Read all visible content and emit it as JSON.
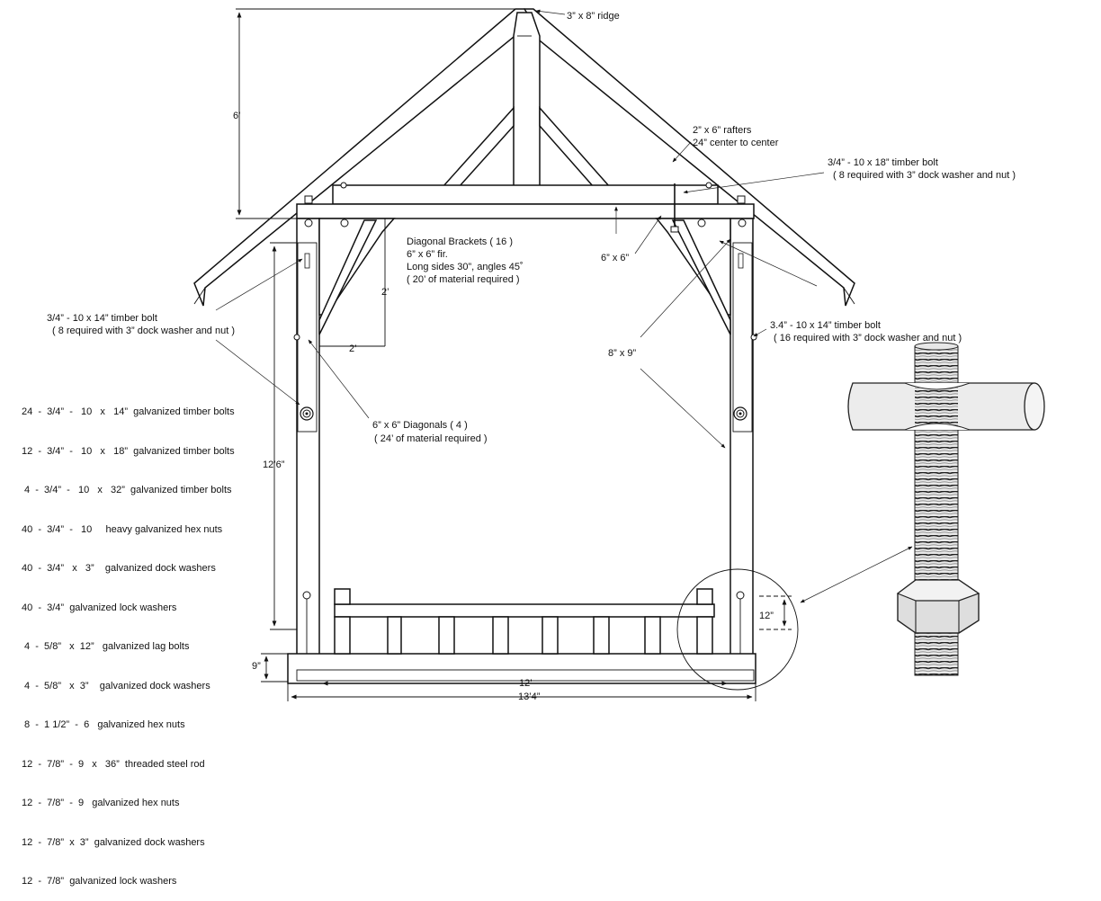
{
  "dims": {
    "height_6": "6’",
    "height_12_6": "12’6”",
    "height_9": "9”",
    "width_12": "12’",
    "width_13_4": "13’4”",
    "height_12in": "12”",
    "bracket_2a": "2’",
    "bracket_2b": "2’"
  },
  "labels": {
    "ridge": "3” x 8” ridge",
    "rafters_1": "2” x 6” rafters",
    "rafters_2": "24” center to center",
    "bolt18_1": "3/4” - 10 x 18” timber bolt",
    "bolt18_2": "( 8 required with 3” dock washer and nut )",
    "brackets_1": "Diagonal Brackets  ( 16 )",
    "brackets_2": "6” x 6” fir.",
    "brackets_3": "Long sides 30”, angles 45˚",
    "brackets_4": "( 20’ of material required )",
    "beam_6x6": "6”  x  6”",
    "left_bolt_1": "3/4” - 10 x 14” timber bolt",
    "left_bolt_2": "( 8 required with 3” dock washer and nut )",
    "right_bolt_1": "3.4” - 10 x 14” timber bolt",
    "right_bolt_2": "( 16 required with 3” dock washer and nut )",
    "post_8x9": "8” x 9”",
    "diagonals_1": "6”  x  6”  Diagonals ( 4 )",
    "diagonals_2": "( 24’ of material required )"
  },
  "materials": [
    "24  -  3/4”  -   10   x   14”  galvanized timber bolts",
    "12  -  3/4”  -   10   x   18”  galvanized timber bolts",
    " 4  -  3/4”  -   10   x   32”  galvanized timber bolts",
    "40  -  3/4”  -   10     heavy galvanized hex nuts",
    "40  -  3/4”   x   3”    galvanized dock washers",
    "40  -  3/4”  galvanized lock washers",
    " 4  -  5/8”   x  12”   galvanized lag bolts",
    " 4  -  5/8”   x  3”    galvanized dock washers",
    " 8  -  1 1/2”  -  6   galvanized hex nuts",
    "12  -  7/8”  -  9   x   36”  threaded steel rod",
    "12  -  7/8”  -  9   galvanized hex nuts",
    "12  -  7/8”  x  3”  galvanized dock washers",
    "12  -  7/8”  galvanized lock washers"
  ]
}
